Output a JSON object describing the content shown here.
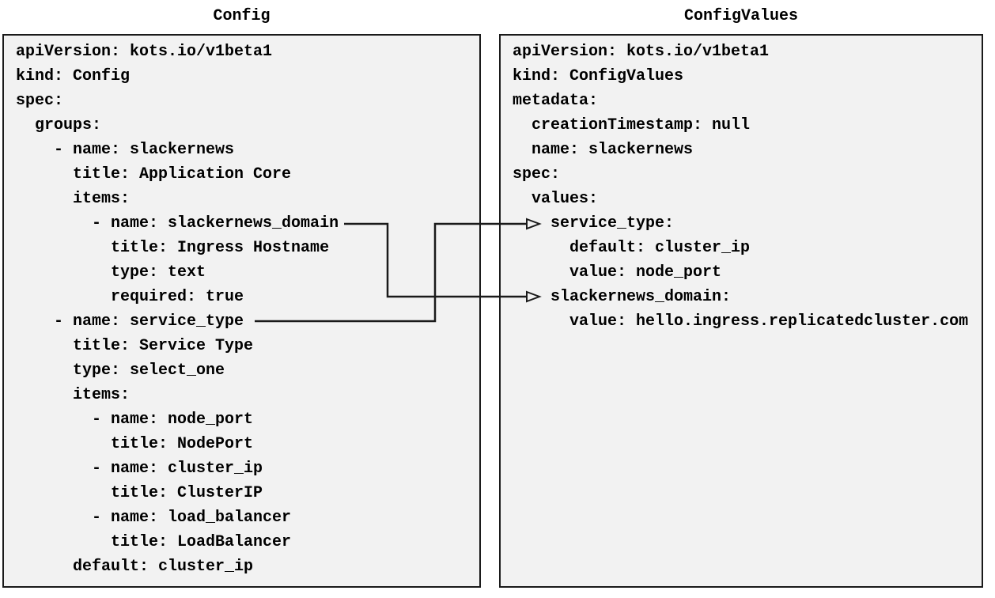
{
  "colors": {
    "page_background": "#ffffff",
    "panel_background": "#f2f2f2",
    "panel_border": "#1a1a1a",
    "text": "#000000",
    "connector": "#1a1a1a"
  },
  "panels": [
    {
      "title": "Config",
      "lines": [
        "apiVersion: kots.io/v1beta1",
        "kind: Config",
        "spec:",
        "  groups:",
        "    - name: slackernews",
        "      title: Application Core",
        "      items:",
        "        - name: slackernews_domain",
        "          title: Ingress Hostname",
        "          type: text",
        "          required: true",
        "    - name: service_type",
        "      title: Service Type",
        "      type: select_one",
        "      items:",
        "        - name: node_port",
        "          title: NodePort",
        "        - name: cluster_ip",
        "          title: ClusterIP",
        "        - name: load_balancer",
        "          title: LoadBalancer",
        "      default: cluster_ip"
      ]
    },
    {
      "title": "ConfigValues",
      "lines": [
        "apiVersion: kots.io/v1beta1",
        "kind: ConfigValues",
        "metadata:",
        "  creationTimestamp: null",
        "  name: slackernews",
        "spec:",
        "  values:",
        "    service_type:",
        "      default: cluster_ip",
        "      value: node_port",
        "    slackernews_domain:",
        "      value: hello.ingress.replicatedcluster.com"
      ]
    }
  ],
  "connectors": [
    {
      "from_panel": "Config",
      "from_label": "name: slackernews_domain",
      "to_panel": "ConfigValues",
      "to_label": "slackernews_domain:"
    },
    {
      "from_panel": "Config",
      "from_label": "name: service_type",
      "to_panel": "ConfigValues",
      "to_label": "service_type:"
    }
  ]
}
